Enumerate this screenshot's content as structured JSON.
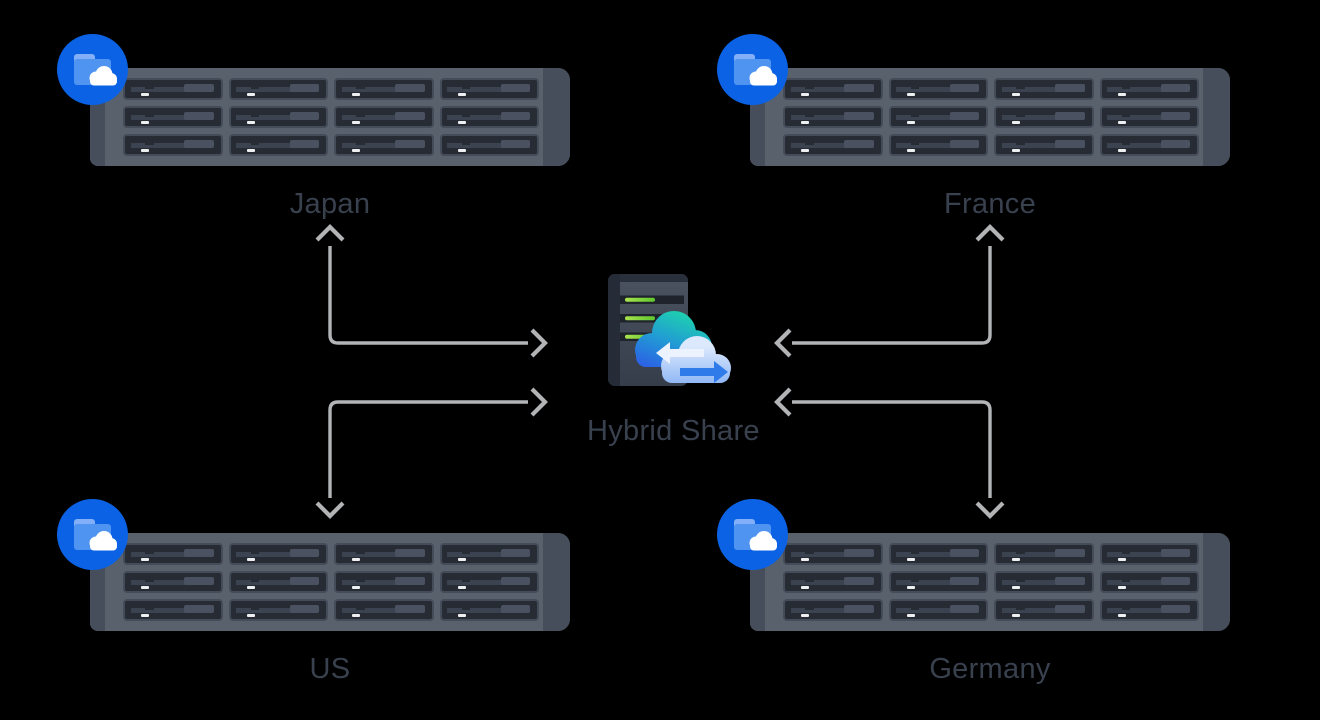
{
  "diagram": {
    "type": "hub-and-spoke-sync-diagram",
    "background": "#000000"
  },
  "center": {
    "label": "Hybrid Share",
    "icon": "server-with-sync-cloud-icon",
    "led_count": 3
  },
  "regions": [
    {
      "id": "japan",
      "label": "Japan",
      "position": "top-left",
      "device": "rackmount-nas",
      "drive_bays": 12,
      "bay_grid": "4x3",
      "badge_icon": "cloud-folder-badge-icon"
    },
    {
      "id": "france",
      "label": "France",
      "position": "top-right",
      "device": "rackmount-nas",
      "drive_bays": 12,
      "bay_grid": "4x3",
      "badge_icon": "cloud-folder-badge-icon"
    },
    {
      "id": "us",
      "label": "US",
      "position": "bottom-left",
      "device": "rackmount-nas",
      "drive_bays": 12,
      "bay_grid": "4x3",
      "badge_icon": "cloud-folder-badge-icon"
    },
    {
      "id": "germany",
      "label": "Germany",
      "position": "bottom-right",
      "device": "rackmount-nas",
      "drive_bays": 12,
      "bay_grid": "4x3",
      "badge_icon": "cloud-folder-badge-icon"
    }
  ],
  "connections": [
    {
      "region": "japan",
      "style": "elbow",
      "arrowheads": [
        "up-toward-region-label",
        "right-toward-hybrid-share"
      ]
    },
    {
      "region": "france",
      "style": "elbow",
      "arrowheads": [
        "up-toward-region-label",
        "left-toward-hybrid-share"
      ]
    },
    {
      "region": "us",
      "style": "elbow",
      "arrowheads": [
        "right-toward-hybrid-share",
        "down-toward-region-device"
      ]
    },
    {
      "region": "germany",
      "style": "elbow",
      "arrowheads": [
        "left-toward-hybrid-share",
        "down-toward-region-device"
      ]
    }
  ],
  "colors": {
    "background": "#000000",
    "label_text": "#39404E",
    "connector": "#B2B4B6",
    "badge_blue": "#0B62E4",
    "folder_blue": "#4F94F1",
    "chassis_gray": "#59616D",
    "chassis_dark": "#474E5B",
    "bay_interior": "#262B34",
    "led_green": "#7ED132",
    "cloud_teal": "#1ECFB0",
    "cloud_blue": "#2B63E4",
    "cloud_light": "#A9C9F8",
    "sync_arrow_blue": "#2E7BE9"
  }
}
